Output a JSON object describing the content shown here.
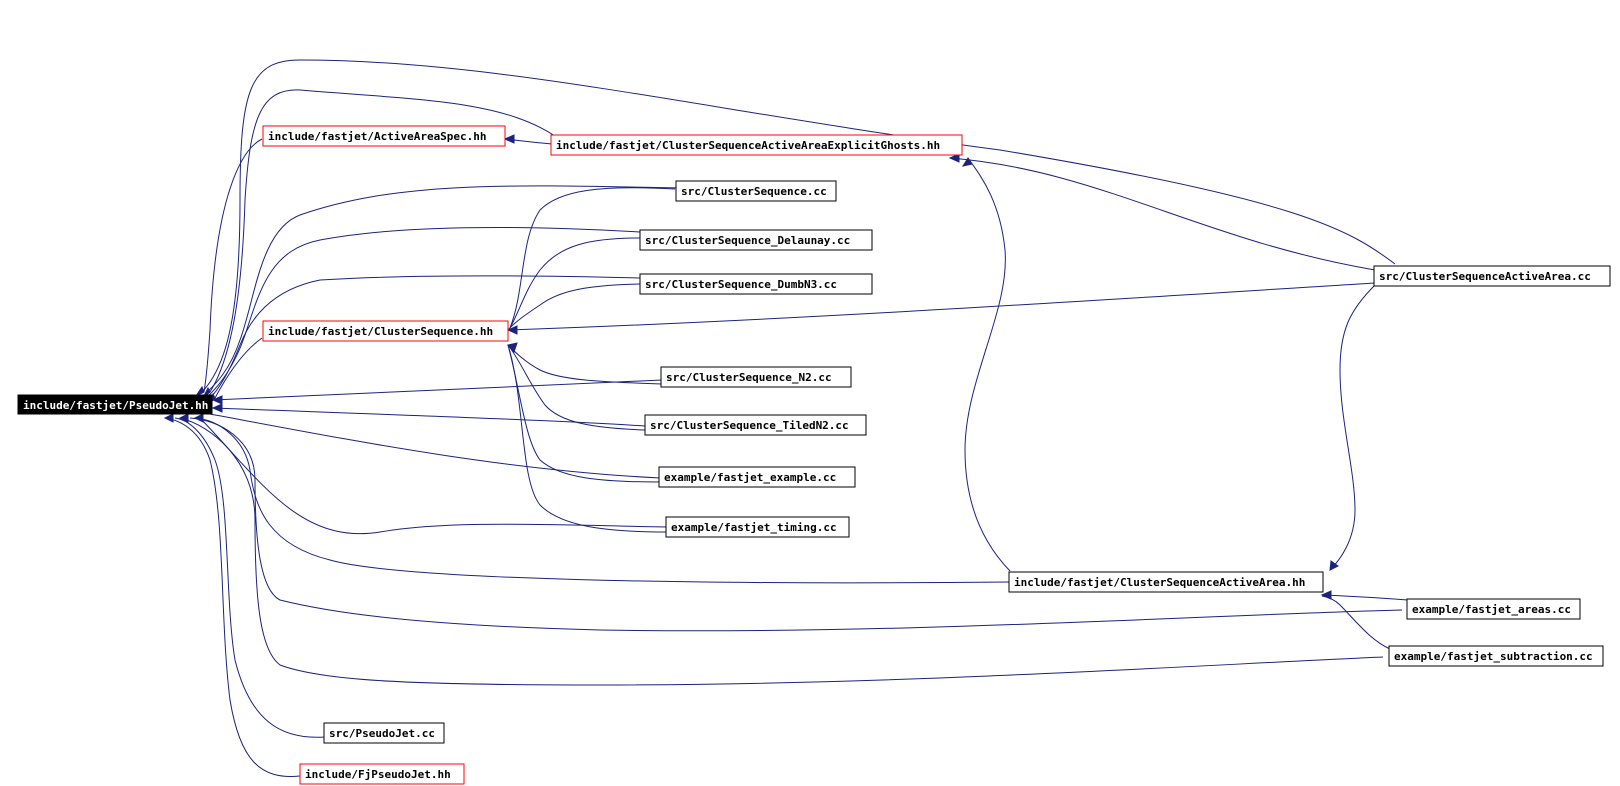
{
  "colors": {
    "edge": "#1a237e",
    "node_border": "#000000",
    "node_border_linked": "#ff0000",
    "root_fill": "#000000",
    "root_text": "#ffffff"
  },
  "nodes": {
    "pseudojet_hh": "include/fastjet/PseudoJet.hh",
    "activeareaspec_hh": "include/fastjet/ActiveAreaSpec.hh",
    "csaaeg_hh": "include/fastjet/ClusterSequenceActiveAreaExplicitGhosts.hh",
    "clustersequence_cc": "src/ClusterSequence.cc",
    "delaunay_cc": "src/ClusterSequence_Delaunay.cc",
    "dumbn3_cc": "src/ClusterSequence_DumbN3.cc",
    "clustersequence_hh": "include/fastjet/ClusterSequence.hh",
    "n2_cc": "src/ClusterSequence_N2.cc",
    "tiledn2_cc": "src/ClusterSequence_TiledN2.cc",
    "fastjet_example_cc": "example/fastjet_example.cc",
    "fastjet_timing_cc": "example/fastjet_timing.cc",
    "csactivearea_cc": "src/ClusterSequenceActiveArea.cc",
    "csactivearea_hh": "include/fastjet/ClusterSequenceActiveArea.hh",
    "fastjet_areas_cc": "example/fastjet_areas.cc",
    "fastjet_subtraction_cc": "example/fastjet_subtraction.cc",
    "pseudojet_cc": "src/PseudoJet.cc",
    "fjpseudojet_hh": "include/FjPseudoJet.hh"
  }
}
